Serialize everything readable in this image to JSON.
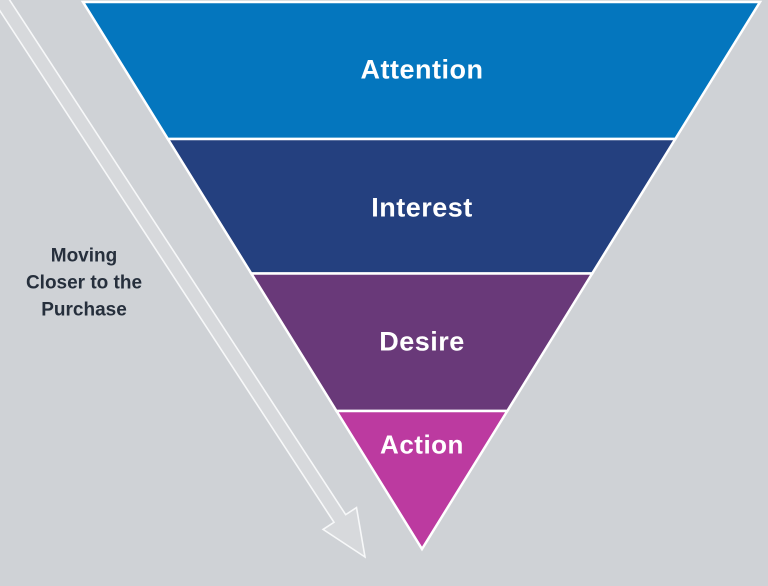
{
  "background_color": "#CFD2D6",
  "funnel": {
    "type": "inverted-pyramid-funnel",
    "label_color": "#FFFFFF",
    "separator_color": "#FFFFFF",
    "stages": [
      {
        "label": "Attention",
        "color": "#0476BE"
      },
      {
        "label": "Interest",
        "color": "#24407F"
      },
      {
        "label": "Desire",
        "color": "#693979"
      },
      {
        "label": "Action",
        "color": "#BC3AA0"
      }
    ]
  },
  "annotation": {
    "text": "Moving Closer to the Purchase",
    "lines": [
      "Moving",
      "Closer to the",
      "Purchase"
    ],
    "color": "#262F3C"
  },
  "arrow": {
    "description": "diagonal arrow from top-left toward funnel tip",
    "fill": "#D7D9DC",
    "outline": "#F7F8F9"
  }
}
